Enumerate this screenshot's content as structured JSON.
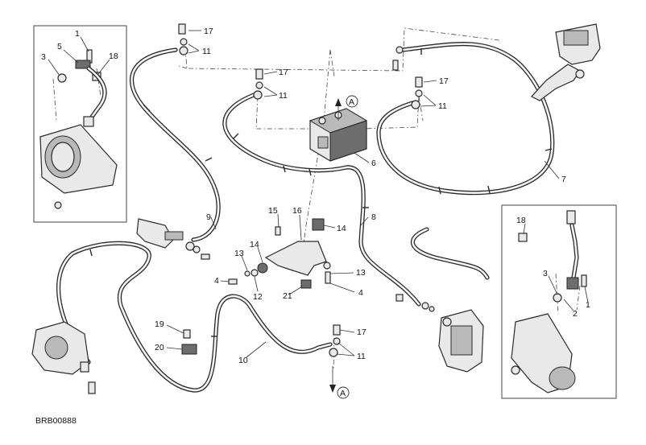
{
  "diagram": {
    "reference_code": "BRB00888",
    "callouts": [
      {
        "id": "c1a",
        "text": "1"
      },
      {
        "id": "c5",
        "text": "5"
      },
      {
        "id": "c3a",
        "text": "3"
      },
      {
        "id": "c18a",
        "text": "18"
      },
      {
        "id": "c17a",
        "text": "17"
      },
      {
        "id": "c11a",
        "text": "11"
      },
      {
        "id": "c17b",
        "text": "17"
      },
      {
        "id": "c11b",
        "text": "11"
      },
      {
        "id": "c17c",
        "text": "17"
      },
      {
        "id": "c11c",
        "text": "11"
      },
      {
        "id": "c6",
        "text": "6"
      },
      {
        "id": "c7",
        "text": "7"
      },
      {
        "id": "c9",
        "text": "9"
      },
      {
        "id": "c8",
        "text": "8"
      },
      {
        "id": "c15",
        "text": "15"
      },
      {
        "id": "c16",
        "text": "16"
      },
      {
        "id": "c14a",
        "text": "14"
      },
      {
        "id": "c14b",
        "text": "14"
      },
      {
        "id": "c13a",
        "text": "13"
      },
      {
        "id": "c13b",
        "text": "13"
      },
      {
        "id": "c4a",
        "text": "4"
      },
      {
        "id": "c4b",
        "text": "4"
      },
      {
        "id": "c12",
        "text": "12"
      },
      {
        "id": "c21",
        "text": "21"
      },
      {
        "id": "c19",
        "text": "19"
      },
      {
        "id": "c20",
        "text": "20"
      },
      {
        "id": "c10",
        "text": "10"
      },
      {
        "id": "c17d",
        "text": "17"
      },
      {
        "id": "c11d",
        "text": "11"
      },
      {
        "id": "c18b",
        "text": "18"
      },
      {
        "id": "c3b",
        "text": "3"
      },
      {
        "id": "c2",
        "text": "2"
      },
      {
        "id": "c1b",
        "text": "1"
      }
    ],
    "connector_labels": [
      {
        "id": "A1",
        "text": "A"
      },
      {
        "id": "A2",
        "text": "A"
      }
    ]
  }
}
